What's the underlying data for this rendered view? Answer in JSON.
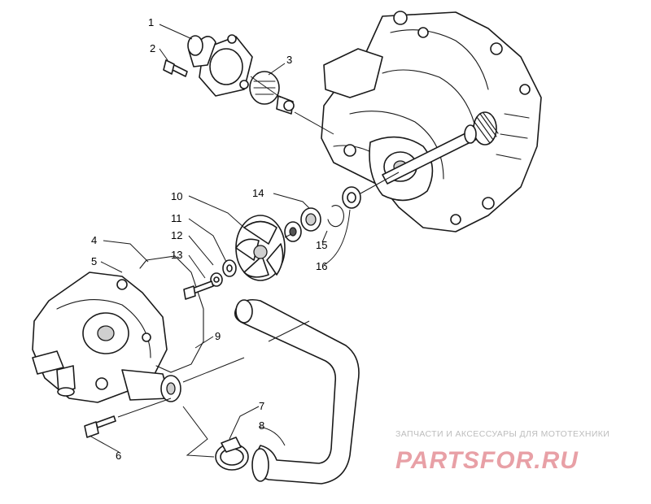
{
  "diagram": {
    "callouts": {
      "c1": "1",
      "c2": "2",
      "c3": "3",
      "c4": "4",
      "c5": "5",
      "c6": "6",
      "c7": "7",
      "c8": "8",
      "c9": "9",
      "c10": "10",
      "c11": "11",
      "c12": "12",
      "c13": "13",
      "c14": "14",
      "c15": "15",
      "c16": "16"
    }
  },
  "watermark": {
    "tagline": "ЗАПЧАСТИ И АКСЕССУАРЫ ДЛЯ МОТОТЕХНИКИ",
    "logo": "PARTSFOR.RU"
  },
  "colors": {
    "line": "#1a1a1a",
    "watermark_text": "#bdbdbd",
    "watermark_logo": "#e8a0a6"
  }
}
